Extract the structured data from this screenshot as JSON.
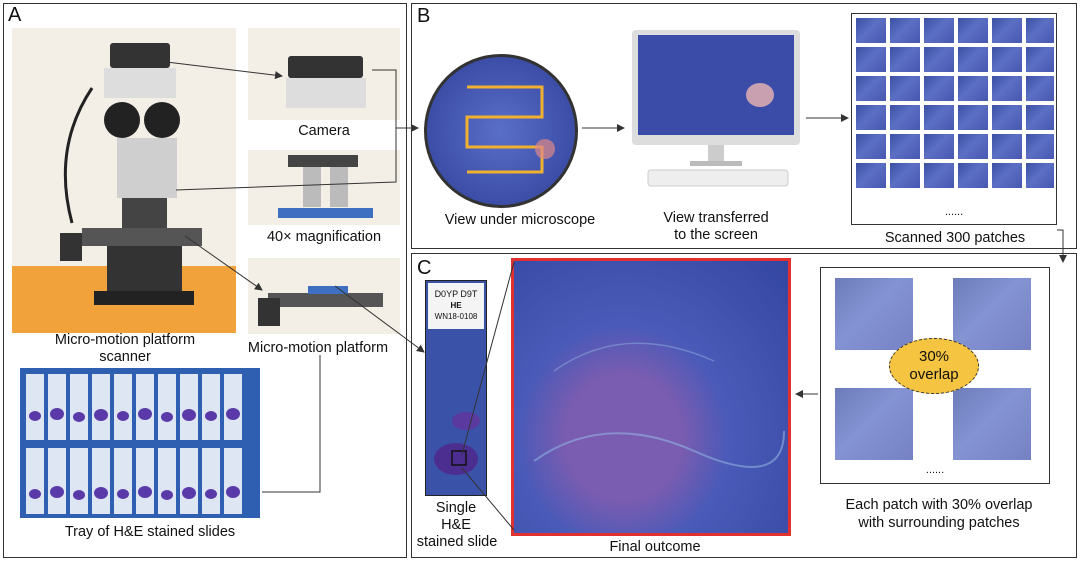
{
  "panels": {
    "a": {
      "label": "A"
    },
    "b": {
      "label": "B"
    },
    "c": {
      "label": "C"
    }
  },
  "captions": {
    "camera": "Camera",
    "magnification": "40× magnification",
    "scanner": "Micro-motion platform scanner",
    "platform": "Micro-motion platform",
    "tray": "Tray of H&E stained slides",
    "view_microscope": "View under microscope",
    "view_screen_line1": "View transferred",
    "view_screen_line2": "to the screen",
    "scanned": "Scanned 300 patches",
    "single_line1": "Single",
    "single_line2": "H&E",
    "single_line3": "stained slide",
    "final": "Final outcome",
    "each_line1": "Each patch with 30% overlap",
    "each_line2": "with surrounding patches"
  },
  "overlap": {
    "line1": "30%",
    "line2": "overlap"
  },
  "slide_label": {
    "line1": "D0YP D9T",
    "line2": "HE",
    "line3": "WN18-0108"
  },
  "ellipsis": "......",
  "colors": {
    "accent_red": "#e03030",
    "stain_blue": "#3f52a8",
    "overlap_yellow": "#f5c542"
  }
}
